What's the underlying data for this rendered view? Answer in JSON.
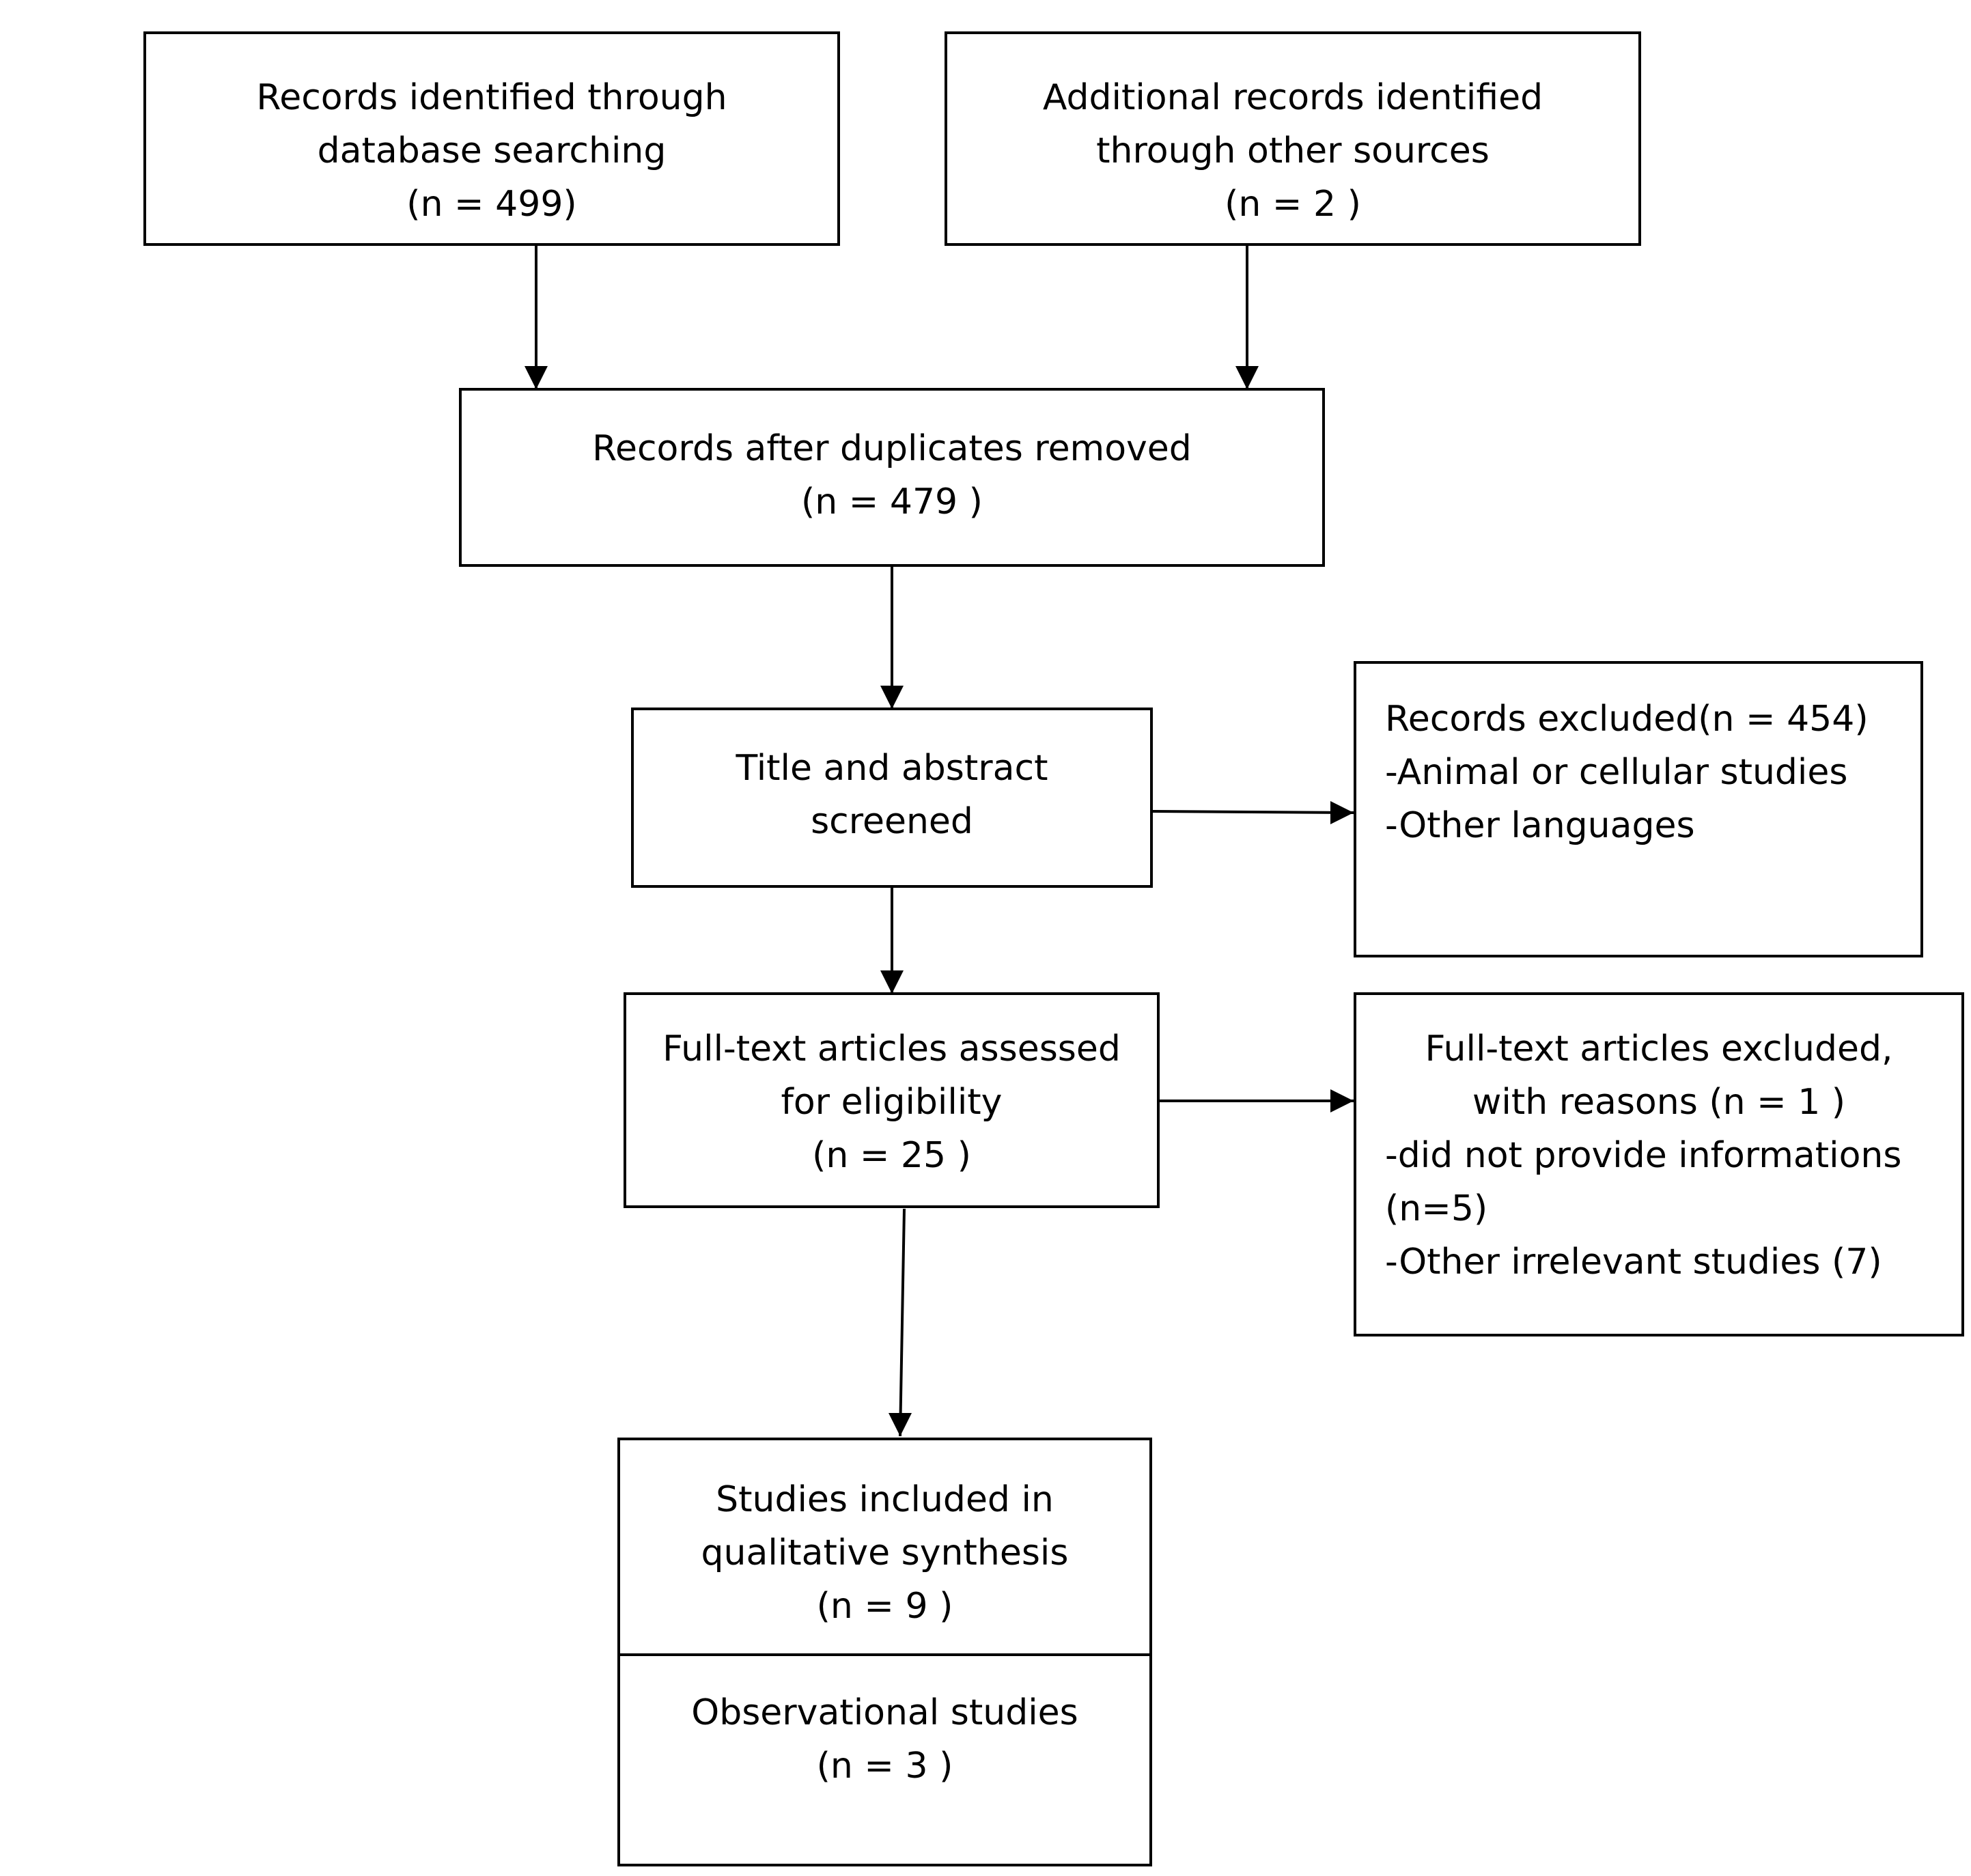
{
  "flowchart": {
    "identification": {
      "database": {
        "lines": [
          "Records identified through",
          "database searching",
          "(n = 499)"
        ]
      },
      "other_sources": {
        "lines": [
          "Additional records identified",
          "through other sources",
          "(n =  2 )"
        ]
      }
    },
    "deduplicated": {
      "lines": [
        "Records after duplicates removed",
        "(n =  479 )"
      ]
    },
    "screening": {
      "lines": [
        "Title and abstract",
        "screened"
      ]
    },
    "records_excluded": {
      "lines": [
        "Records excluded(n = 454)",
        "-Animal or cellular studies",
        "-Other languages"
      ]
    },
    "eligibility": {
      "lines": [
        "Full-text articles assessed",
        "for eligibility",
        "(n = 25 )"
      ]
    },
    "fulltext_excluded": {
      "header_lines": [
        "Full-text articles excluded,",
        "with reasons (n = 1 )"
      ],
      "reason_lines": [
        "-did not provide informations",
        "(n=5)",
        "-Other irrelevant studies (7)"
      ]
    },
    "included": {
      "synthesis_lines": [
        "Studies included in",
        "qualitative synthesis",
        "(n =  9 )"
      ],
      "observational_lines": [
        "Observational studies",
        "(n =  3 )"
      ]
    }
  }
}
